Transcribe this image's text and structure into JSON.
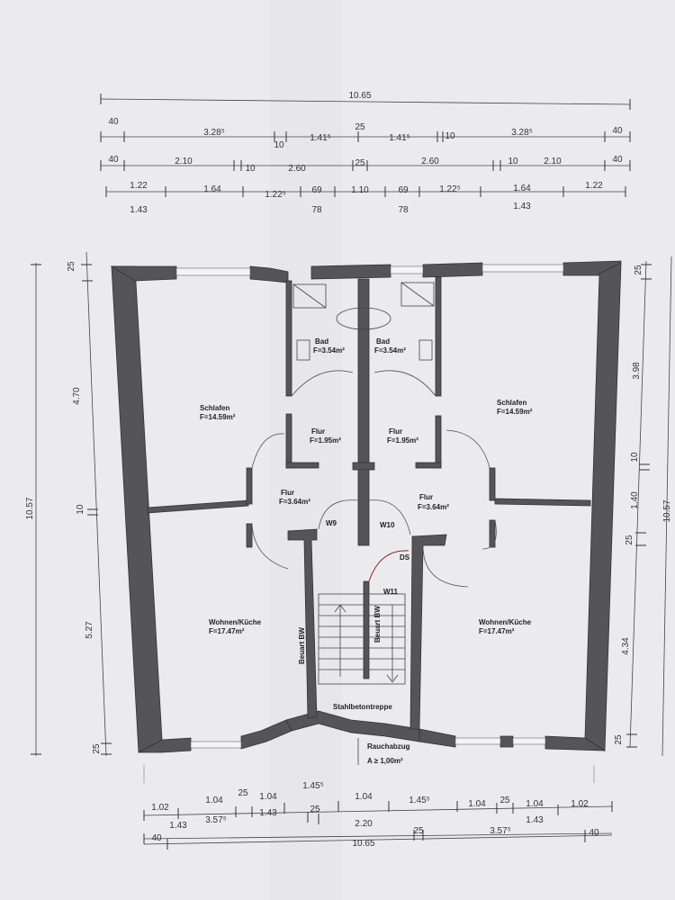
{
  "top_dims": {
    "overall": "10.65",
    "row1": [
      "40",
      "3.28⁵",
      "10",
      "1.41⁵",
      "25",
      "1.41⁵",
      "10",
      "3.28⁵",
      "40"
    ],
    "row2": [
      "40",
      "2.10",
      "10",
      "2.60",
      "25",
      "2.60",
      "10",
      "2.10",
      "40"
    ],
    "row3": [
      "1.22",
      "1.64",
      "1.22⁵",
      "69",
      "1.10",
      "69",
      "1.22⁵",
      "1.64",
      "1.22"
    ],
    "row4": [
      "1.43",
      "78",
      "78",
      "1.43"
    ]
  },
  "left_dims": {
    "overall": "10.57",
    "segments": [
      "25",
      "4.70",
      "10",
      "5.27",
      "25"
    ]
  },
  "right_dims": {
    "overall": "10.57",
    "segments": [
      "25",
      "3.98",
      "10",
      "1.40",
      "25",
      "4.34",
      "25"
    ]
  },
  "bottom_dims": {
    "row1": [
      "1.02",
      "1.04",
      "25",
      "1.04",
      "1.45⁵",
      "1.04",
      "1.45⁵",
      "1.04",
      "25",
      "1.04",
      "1.02"
    ],
    "row2": [
      "1.43",
      "3.57⁵",
      "1.43",
      "1.43"
    ],
    "row3": [
      "25",
      "2.20",
      "25",
      "3.57⁵"
    ],
    "row4": [
      "40",
      "10.65",
      "40"
    ]
  },
  "rooms": {
    "schlafen_left": {
      "name": "Schlafen",
      "area": "F=14.59m²"
    },
    "schlafen_right": {
      "name": "Schlafen",
      "area": "F=14.59m²"
    },
    "bad_left": {
      "name": "Bad",
      "area": "F=3.54m²"
    },
    "bad_right": {
      "name": "Bad",
      "area": "F=3.54m²"
    },
    "flur_small_left": {
      "name": "Flur",
      "area": "F=1.95m²"
    },
    "flur_small_right": {
      "name": "Flur",
      "area": "F=1.95m²"
    },
    "flur_left": {
      "name": "Flur",
      "area": "F=3.64m²"
    },
    "flur_right": {
      "name": "Flur",
      "area": "F=3.64m²"
    },
    "wohnen_left": {
      "name": "Wohnen/Küche",
      "area": "F=17.47m²"
    },
    "wohnen_right": {
      "name": "Wohnen/Küche",
      "area": "F=17.47m²"
    }
  },
  "labels": {
    "w9": "W9",
    "w10": "W10",
    "w11": "W11",
    "ds": "DS",
    "beuart_left": "Beuart BW",
    "beuart_right": "Beuart BW",
    "stair": "Stahlbetontreppe",
    "smoke_1": "Rauchabzug",
    "smoke_2": "A ≥ 1,00m²"
  }
}
